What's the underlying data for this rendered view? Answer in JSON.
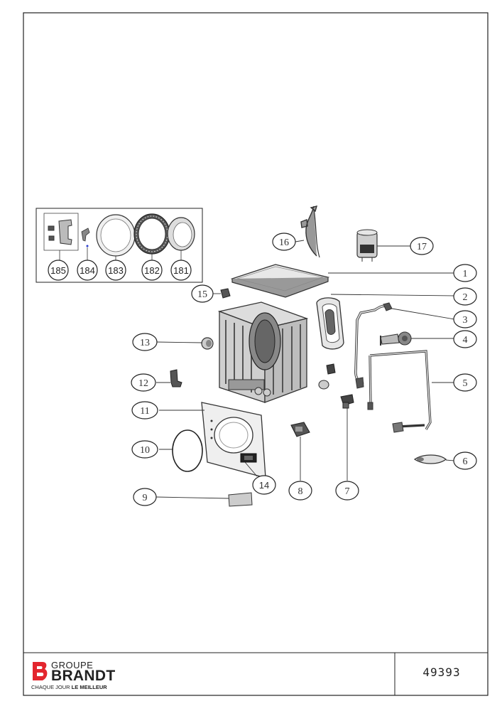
{
  "callouts": {
    "c1": "1",
    "c2": "2",
    "c3": "3",
    "c4": "4",
    "c5": "5",
    "c6": "6",
    "c7": "7",
    "c8": "8",
    "c9": "9",
    "c10": "10",
    "c11": "11",
    "c12": "12",
    "c13": "13",
    "c14": "14",
    "c15": "15",
    "c16": "16",
    "c17": "17"
  },
  "inset": {
    "labels": [
      "185",
      "184",
      "183",
      "182",
      "181"
    ]
  },
  "footer": {
    "brand_groupe": "GROUPE",
    "brand_name": "BRANDT",
    "tagline_prefix": "CHAQUE JOUR ",
    "tagline_bold": "LE MEILLEUR",
    "doc_number": "49393"
  },
  "colors": {
    "brand_red": "#e3262e",
    "line": "#222222"
  }
}
